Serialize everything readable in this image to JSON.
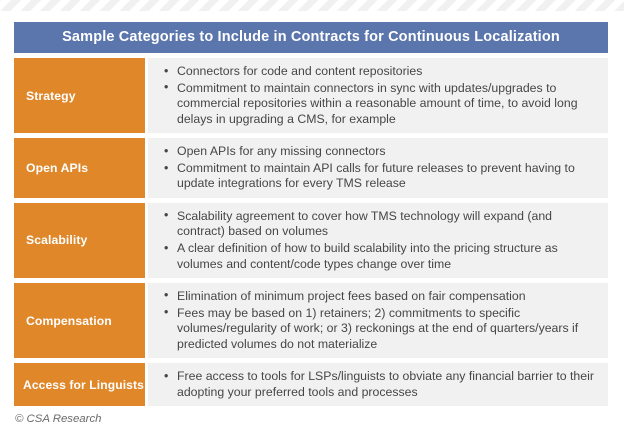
{
  "graphic": {
    "title": "Sample Categories to Include in Contracts for Continuous Localization",
    "footer": "© CSA Research",
    "colors": {
      "title_bar": "#5b76ad",
      "category_cell": "#e0872a",
      "bullet_cell": "#f1f1f1",
      "body_text": "#464646",
      "footer_text": "#6a6a6a"
    },
    "rows": [
      {
        "category": "Strategy",
        "bullets": [
          "Connectors for code and content repositories",
          "Commitment to maintain connectors in sync with updates/upgrades to commercial repositories within a reasonable amount of time, to avoid long delays in upgrading a CMS, for example"
        ]
      },
      {
        "category": "Open APIs",
        "bullets": [
          "Open APIs for any missing connectors",
          "Commitment to maintain API calls for future releases to prevent having to update integrations for every TMS release"
        ]
      },
      {
        "category": "Scalability",
        "bullets": [
          "Scalability agreement to cover how TMS technology will expand (and contract) based on volumes",
          "A clear definition of how to build scalability into the pricing structure as volumes and content/code types change over time"
        ]
      },
      {
        "category": "Compensation",
        "bullets": [
          "Elimination of minimum project fees based on fair compensation",
          "Fees may be based on 1) retainers; 2) commitments to specific volumes/regularity of work; or 3) reckonings at the end of quarters/years if predicted volumes do not materialize"
        ]
      },
      {
        "category": "Access for Linguists",
        "bullets": [
          "Free access to tools for LSPs/linguists to obviate any financial barrier to their adopting your preferred tools and processes"
        ]
      }
    ]
  }
}
